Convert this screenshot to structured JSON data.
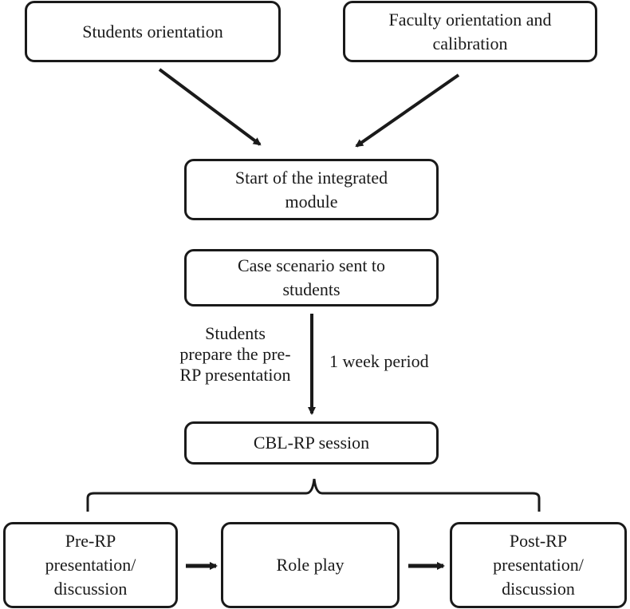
{
  "nodes": {
    "students_orientation": "Students orientation",
    "faculty_orientation": "Faculty orientation and calibration",
    "start_module": "Start of the integrated module",
    "case_scenario": "Case scenario sent to students",
    "cbl_rp_session": "CBL-RP session",
    "pre_rp": "Pre-RP presentation/ discussion",
    "role_play": "Role play",
    "post_rp": "Post-RP presentation/ discussion"
  },
  "labels": {
    "students_prepare": "Students prepare the pre-RP presentation",
    "week_period": "1 week period"
  },
  "colors": {
    "stroke": "#1a1a1a",
    "background": "#ffffff"
  }
}
